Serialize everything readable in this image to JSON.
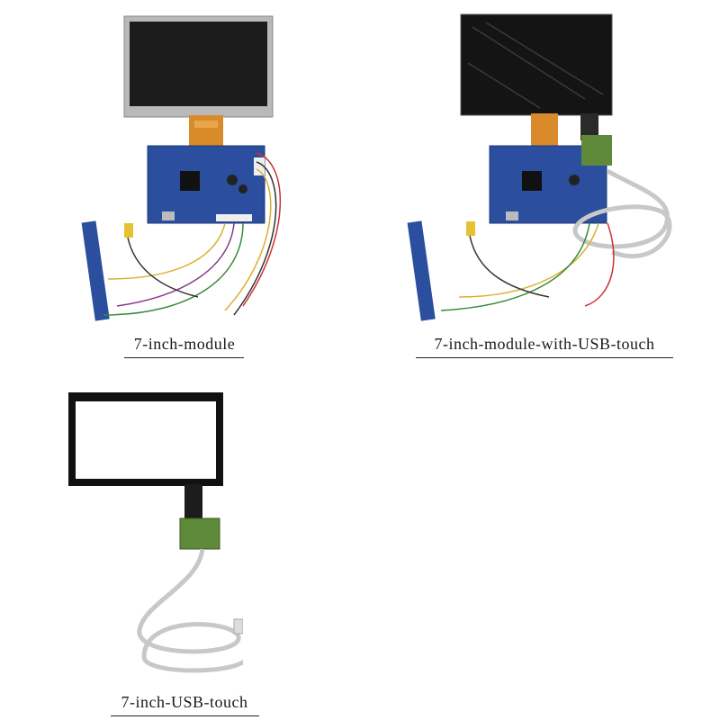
{
  "products": [
    {
      "id": "module",
      "caption": "7-inch-module"
    },
    {
      "id": "module-usb",
      "caption": "7-inch-module-with-USB-touch"
    },
    {
      "id": "usb-touch",
      "caption": "7-inch-USB-touch"
    }
  ],
  "colors": {
    "pcb_blue": "#2b4f9e",
    "touch_pcb_green": "#5f8a3a",
    "fpc_orange": "#d98a2a",
    "screen_dark": "#1c1c1c",
    "bezel_silver": "#b9b9b9",
    "cable_gray": "#c8c8c8"
  }
}
